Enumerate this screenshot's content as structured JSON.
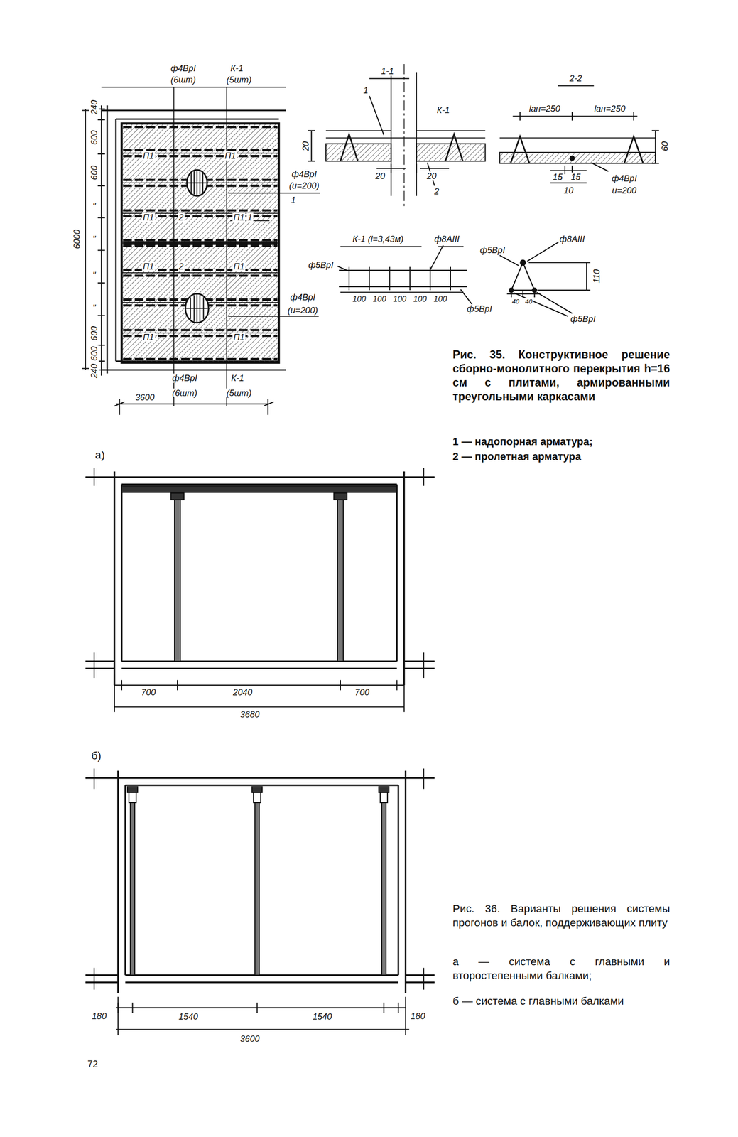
{
  "diagram": {
    "labels": [
      "ф4ВрI",
      "(6шт)",
      "К-1",
      "(5шт)",
      "240",
      "600",
      "600",
      "\"",
      "6000",
      "\"",
      "\"",
      "\"",
      "600",
      "600",
      "240",
      "ф4ВрI",
      "(u=200)",
      "1",
      "1",
      "ф4ВрI",
      "(u=200)",
      "ф4ВрI",
      "(6шт)",
      "К-1",
      "(5шт)",
      "3600",
      "П1",
      "П1",
      "П1",
      "П1",
      "П1",
      "П1",
      "П1",
      "П1",
      "2",
      "2",
      "1-1",
      "1",
      "К-1",
      "20",
      "20",
      "20",
      "2",
      "2-2",
      "lан=250",
      "lан=250",
      "60",
      "15",
      "15",
      "10",
      "ф4ВрI",
      "u=200",
      "К-1 (l=3,43м)",
      "ф8АIII",
      "ф5ВрI",
      "100",
      "100",
      "100",
      "100",
      "100",
      "ф5ВрI",
      "ф5ВрI",
      "ф8АIII",
      "110",
      "40",
      "40",
      "ф5ВрI",
      "Рис. 35. Конструктивное решение сборно-монолитного перекрытия h=16 см с плитами, армированными треугольными каркасами",
      "1 — надопорная арматура;",
      "2 — пролетная арматура",
      "а)",
      "700",
      "2040",
      "700",
      "3680",
      "б)",
      "180",
      "1540",
      "1540",
      "180",
      "3600",
      "Рис. 36. Варианты решения системы прогонов и балок, поддерживающих плиту",
      "а — система с главными и второстепенными балками;",
      "б — система с главными балками",
      "72"
    ]
  }
}
